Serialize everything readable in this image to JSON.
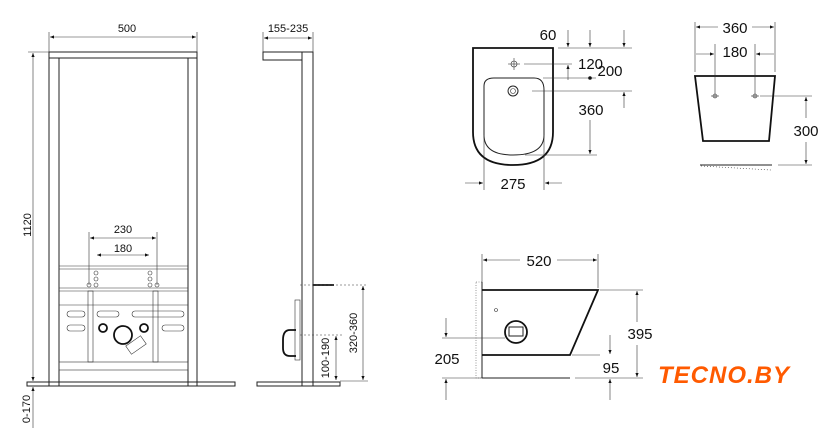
{
  "frame_front": {
    "width": "500",
    "height": "1120",
    "leg_adjust": "0-170",
    "outer_spacing": "230",
    "inner_spacing": "180"
  },
  "frame_side": {
    "depth": "155-235",
    "connection_height": "320-360",
    "drain_height": "100-190"
  },
  "bidet_top": {
    "d60": "60",
    "d120": "120",
    "d200": "200",
    "d360": "360",
    "d275": "275"
  },
  "bidet_back": {
    "width": "360",
    "bolt_spacing": "180",
    "bolt_height": "300"
  },
  "bidet_side": {
    "length": "520",
    "height": "395",
    "outlet_height": "205",
    "bottom_gap": "95"
  },
  "logo": {
    "text": "TECNO.BY",
    "color": "#ff5a00"
  }
}
